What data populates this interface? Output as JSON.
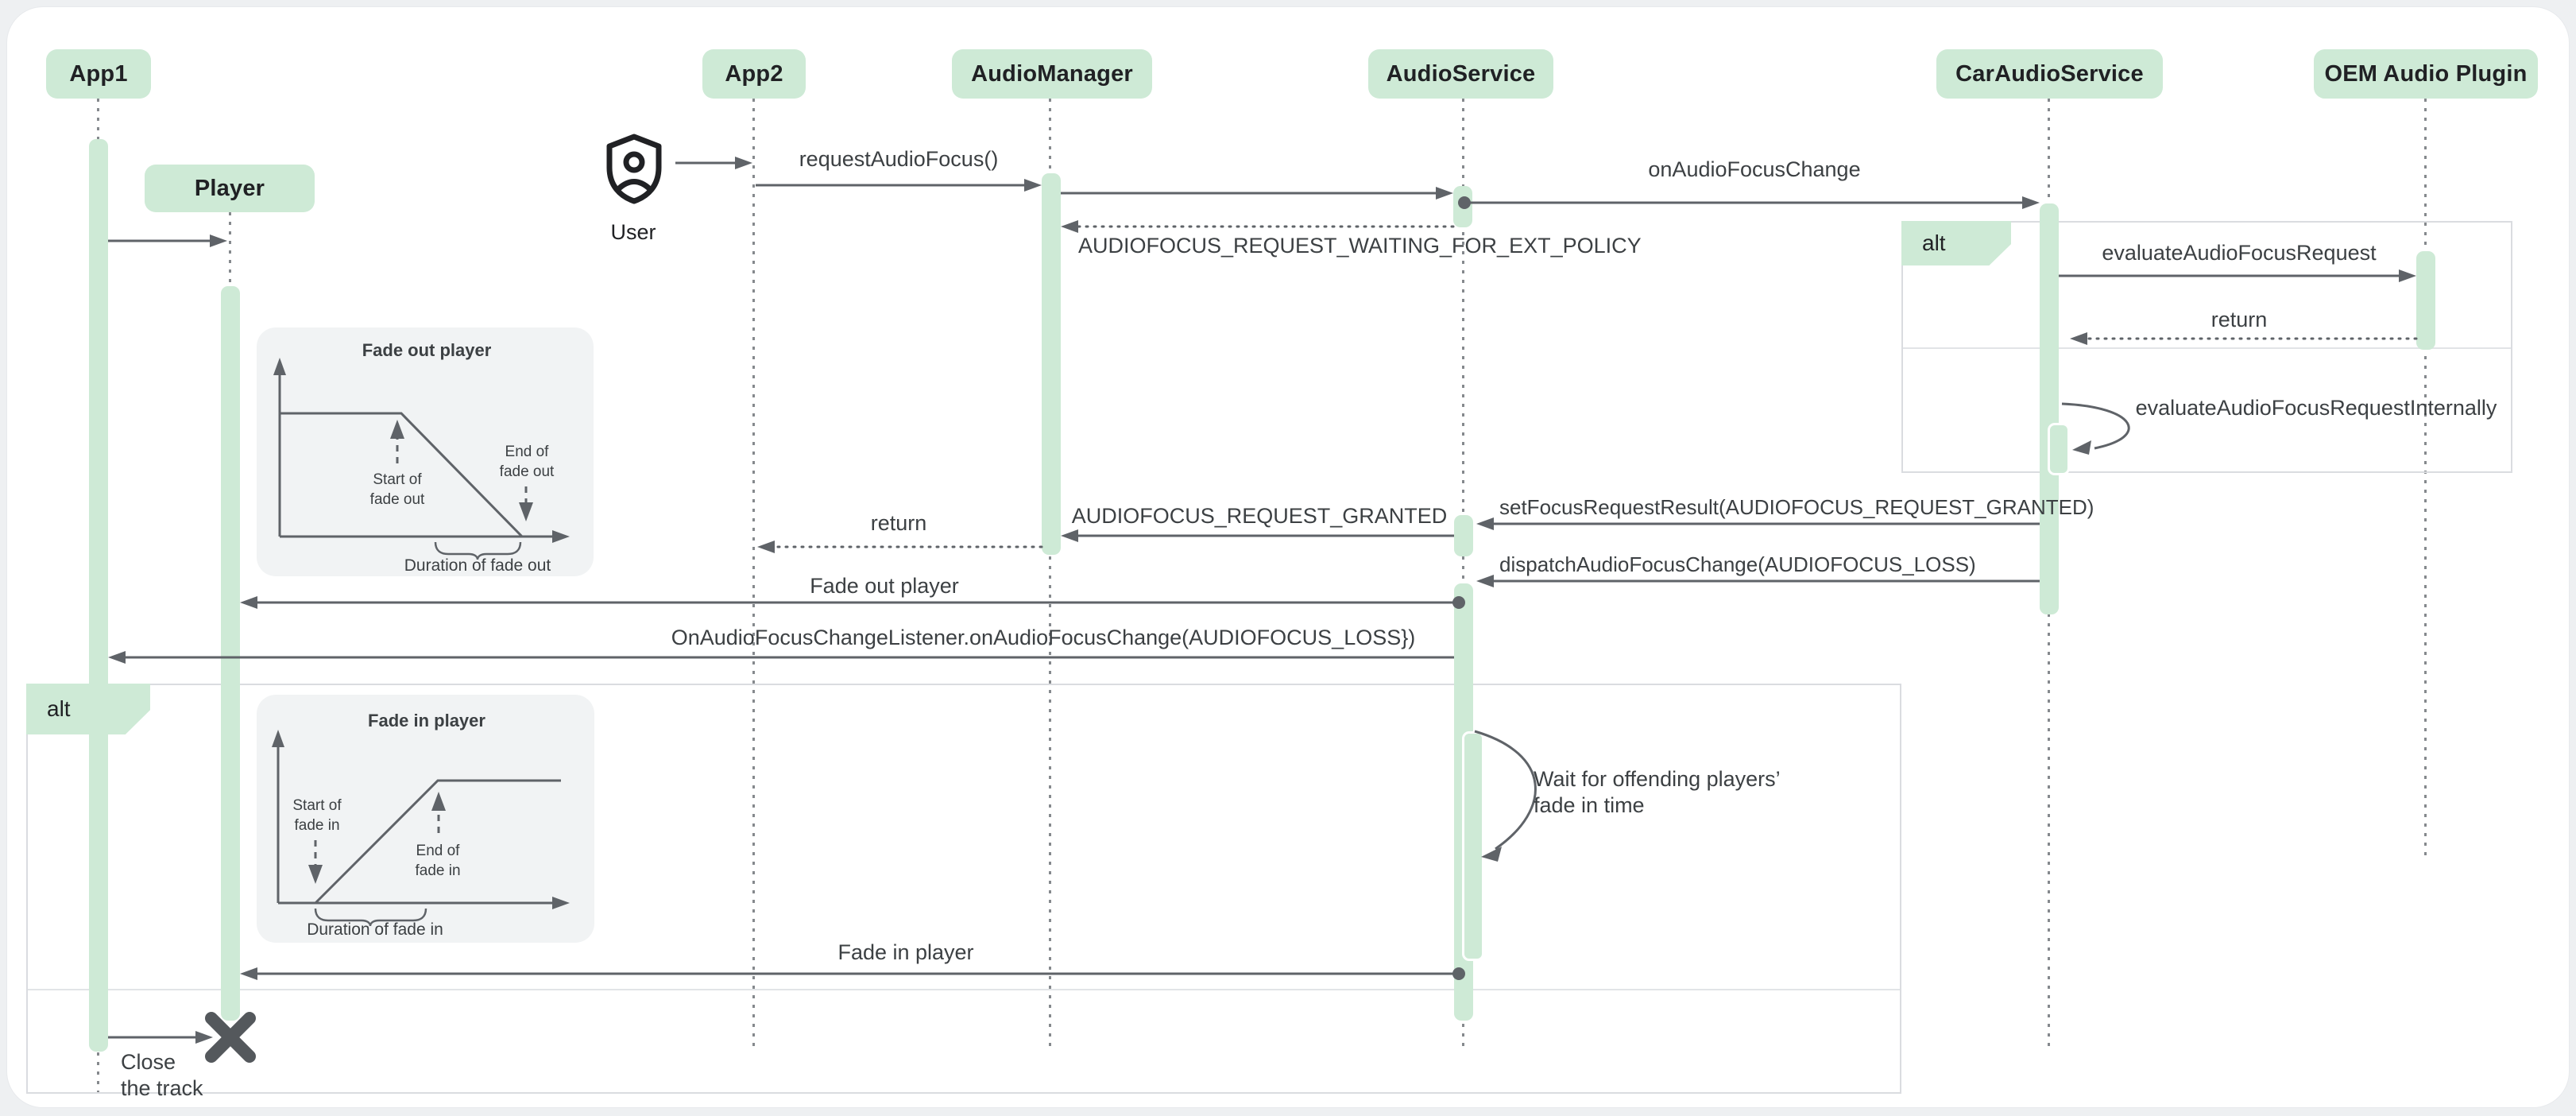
{
  "colors": {
    "accent_green": "#ceead6",
    "arrow_gray": "#5f6368",
    "text_dark": "#3c4043",
    "frame_border": "#dadce0",
    "inset_bg": "#f1f3f4",
    "canvas": "#ffffff",
    "outer_bg": "#eef0f2"
  },
  "participants": {
    "app1": "App1",
    "player": "Player",
    "app2": "App2",
    "audio_manager": "AudioManager",
    "audio_service": "AudioService",
    "car_audio_service": "CarAudioService",
    "oem_audio_plugin": "OEM Audio Plugin"
  },
  "actor": {
    "label": "User",
    "icon": "shield-person-icon"
  },
  "frames": {
    "alt_policy": "alt",
    "alt_fade": "alt"
  },
  "messages": {
    "request_audio_focus": "requestAudioFocus()",
    "on_audio_focus_change": "onAudioFocusChange",
    "waiting_ext_policy": "AUDIOFOCUS_REQUEST_WAITING_FOR_EXT_POLICY",
    "evaluate_audio_focus_request": "evaluateAudioFocusRequest",
    "return_oem": "return",
    "evaluate_internally": "evaluateAudioFocusRequestInternally",
    "set_focus_request_result": "setFocusRequestResult(AUDIOFOCUS_REQUEST_GRANTED)",
    "request_granted": "AUDIOFOCUS_REQUEST_GRANTED",
    "return_app2": "return",
    "dispatch_focus_change": "dispatchAudioFocusChange(AUDIOFOCUS_LOSS)",
    "fade_out_player": "Fade out player",
    "on_focus_change_listener": "OnAudioFocusChangeListener.onAudioFocusChange(AUDIOFOCUS_LOSS})",
    "wait_line1": "Wait for offending players’",
    "wait_line2": "fade in time",
    "fade_in_player": "Fade in player",
    "close_line1": "Close",
    "close_line2": "the track"
  },
  "fade_out_chart": {
    "title": "Fade out player",
    "start_line1": "Start of",
    "start_line2": "fade out",
    "end_line1": "End of",
    "end_line2": "fade out",
    "duration": "Duration of fade out"
  },
  "fade_in_chart": {
    "title": "Fade in player",
    "start_line1": "Start of",
    "start_line2": "fade in",
    "end_line1": "End of",
    "end_line2": "fade in",
    "duration": "Duration of fade in"
  }
}
